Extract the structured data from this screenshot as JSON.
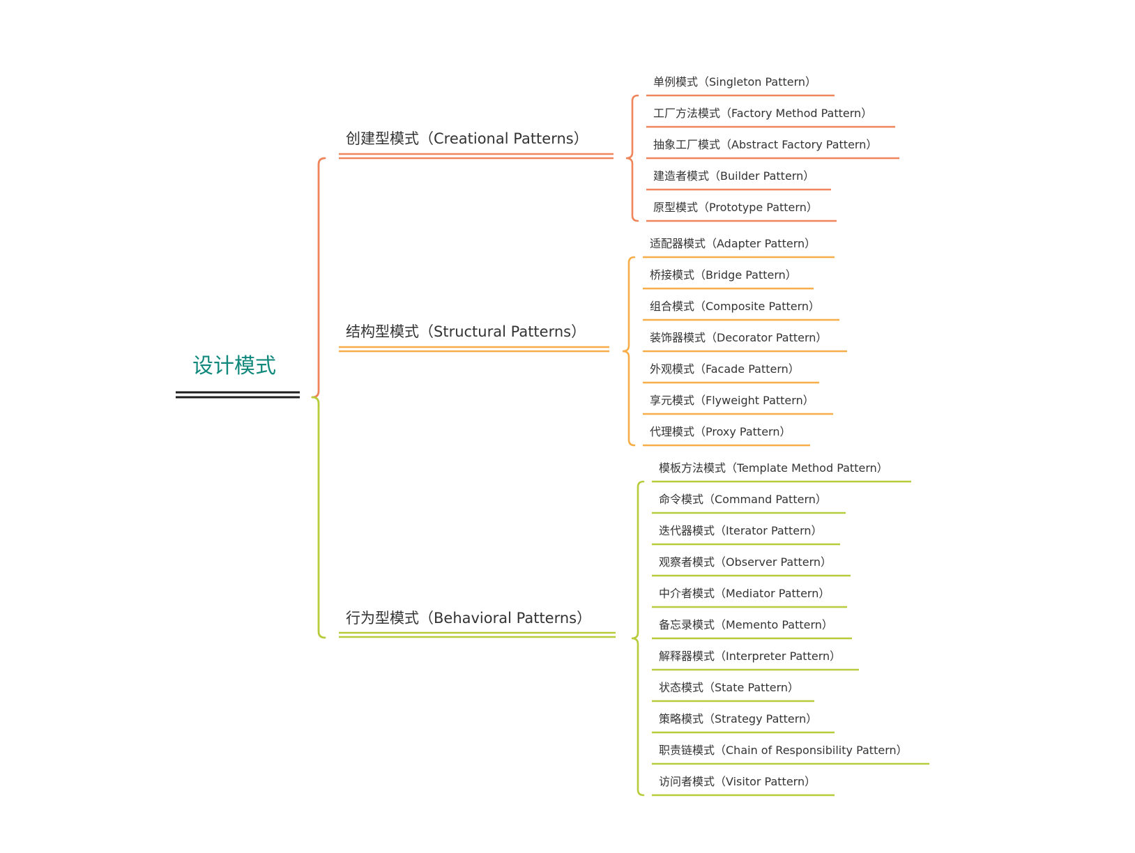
{
  "root": {
    "label": "设计模式",
    "color": "#10897c",
    "underline_color": "#1f1f1f"
  },
  "branches": [
    {
      "label": "创建型模式（Creational Patterns）",
      "color": "#f0845a",
      "items": [
        "单例模式（Singleton Pattern）",
        "工厂方法模式（Factory Method Pattern）",
        "抽象工厂模式（Abstract Factory Pattern）",
        "建造者模式（Builder Pattern）",
        "原型模式（Prototype Pattern）"
      ]
    },
    {
      "label": "结构型模式（Structural Patterns）",
      "color": "#f7ad48",
      "items": [
        "适配器模式（Adapter Pattern）",
        "桥接模式（Bridge Pattern）",
        "组合模式（Composite Pattern）",
        "装饰器模式（Decorator Pattern）",
        "外观模式（Facade Pattern）",
        "享元模式（Flyweight Pattern）",
        "代理模式（Proxy Pattern）"
      ]
    },
    {
      "label": "行为型模式（Behavioral Patterns）",
      "color": "#b7cb3b",
      "items": [
        "模板方法模式（Template Method Pattern）",
        "命令模式（Command Pattern）",
        "迭代器模式（Iterator Pattern）",
        "观察者模式（Observer Pattern）",
        "中介者模式（Mediator Pattern）",
        "备忘录模式（Memento Pattern）",
        "解释器模式（Interpreter Pattern）",
        "状态模式（State Pattern）",
        "策略模式（Strategy Pattern）",
        "职责链模式（Chain of Responsibility Pattern）",
        "访问者模式（Visitor Pattern）"
      ]
    }
  ]
}
